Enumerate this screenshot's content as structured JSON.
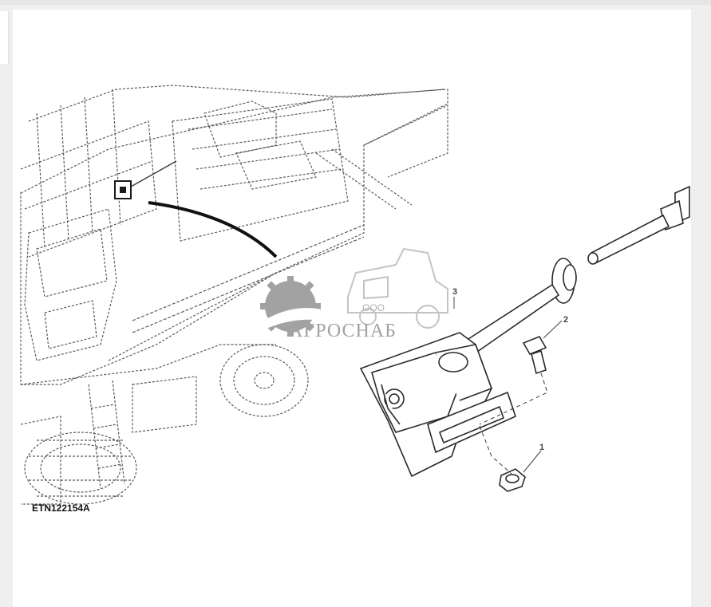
{
  "figure": {
    "code": "ETN122154A",
    "callouts": [
      {
        "id": "callout-1",
        "label": "1"
      },
      {
        "id": "callout-2",
        "label": "2"
      },
      {
        "id": "callout-3",
        "label": "3"
      }
    ]
  },
  "watermark": {
    "prefix": "ООО",
    "name": "АГРОСНАБ"
  },
  "colors": {
    "line": "#3a3a3a",
    "dash": "#5a5a5a",
    "watermark": "#8c8c8c"
  },
  "icons": [
    "gear-logo-icon",
    "harvester-silhouette-icon"
  ]
}
